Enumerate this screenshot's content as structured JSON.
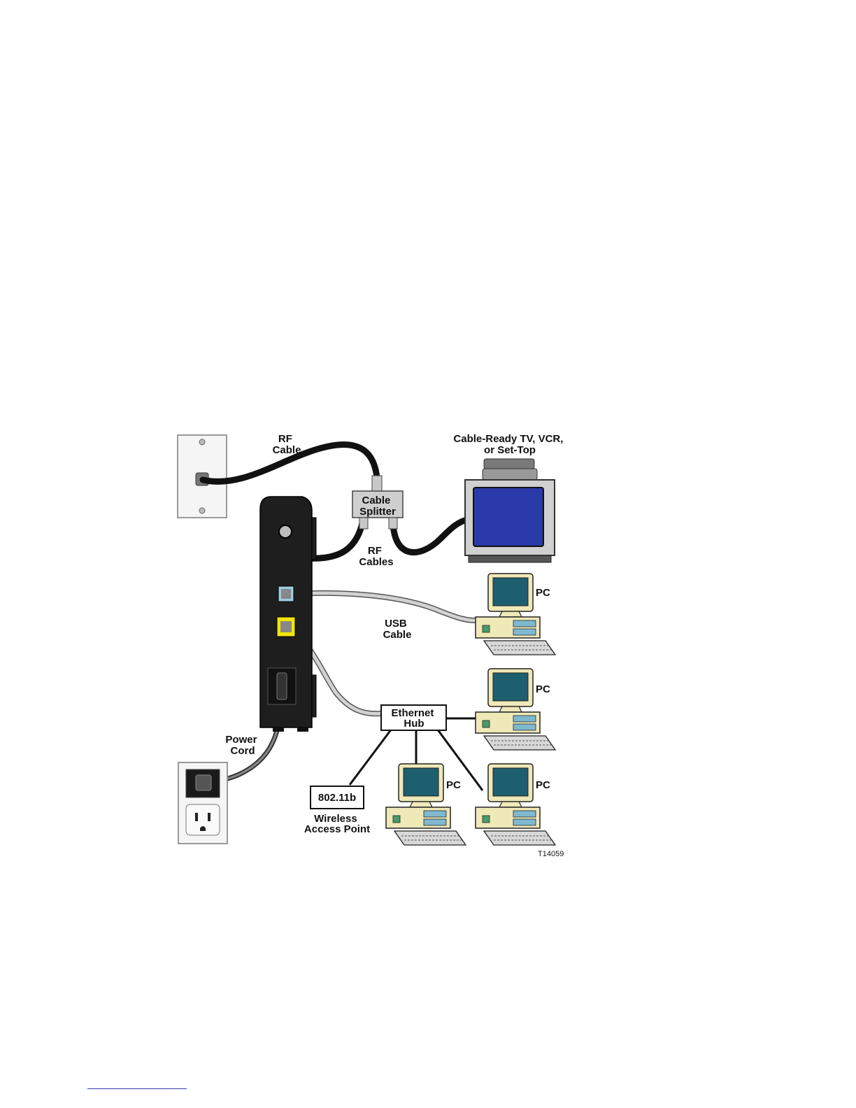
{
  "labels": {
    "rf_cable": [
      "RF",
      "Cable"
    ],
    "tv": [
      "Cable-Ready TV, VCR,",
      "or Set-Top"
    ],
    "splitter": [
      "Cable",
      "Splitter"
    ],
    "rf_cables": [
      "RF",
      "Cables"
    ],
    "usb_cable": [
      "USB",
      "Cable"
    ],
    "hub": [
      "Ethernet",
      "Hub"
    ],
    "power_cord": [
      "Power",
      "Cord"
    ],
    "wap_box": "802.11b",
    "wap": [
      "Wireless",
      "Access Point"
    ],
    "pc": "PC",
    "figure_id": "T14059"
  },
  "colors": {
    "modem": "#1e1e1e",
    "rf_cable": "#111111",
    "usb_cable": "#d2d2d2",
    "ethernet_port": "#f2e600",
    "usb_port": "#9ccde0",
    "tv_screen": "#2a3aa8",
    "pc_body": "#efe9b8",
    "pc_screen": "#1d5f6e",
    "footnote_rule": "#3a3ab0"
  }
}
